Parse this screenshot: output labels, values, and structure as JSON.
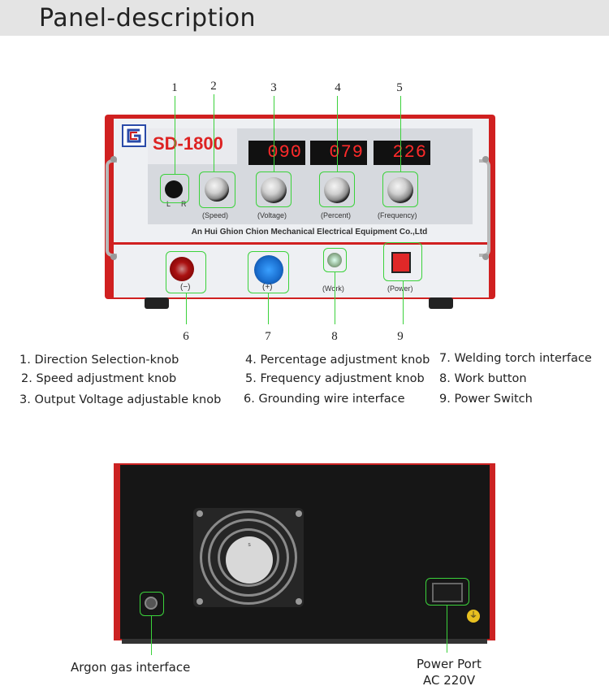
{
  "header": {
    "title": "Panel-description"
  },
  "callout_numbers": [
    "1",
    "2",
    "3",
    "4",
    "5",
    "6",
    "7",
    "8",
    "9"
  ],
  "front_panel": {
    "model": "SD-1800",
    "company": "An Hui Ghion Chion Mechanical Electrical Equipment Co.,Ltd",
    "displays": [
      "090",
      "079",
      "226"
    ],
    "knob_labels": {
      "direction_l": "L",
      "direction_r": "R",
      "speed": "(Speed)",
      "voltage": "(Voltage)",
      "percent": "(Percent)",
      "frequency": "(Frequency)"
    },
    "port_labels": {
      "negative": "(−)",
      "positive": "(+)",
      "work": "(Work)",
      "power": "(Power)"
    }
  },
  "legend": {
    "col1": [
      "1. Direction Selection-knob",
      "2. Speed adjustment knob",
      "3. Output Voltage adjustable knob"
    ],
    "col2": [
      "4. Percentage adjustment knob",
      "5. Frequency adjustment knob",
      "6. Grounding  wire interface"
    ],
    "col3": [
      "7. Welding torch interface",
      "8. Work button",
      "9. Power Switch"
    ]
  },
  "back_panel": {
    "argon_label": "Argon gas interface",
    "power_port_line1": "Power Port",
    "power_port_line2": "AC 220V"
  },
  "colors": {
    "callout_green": "#3bd23b",
    "chassis_red": "#d02020",
    "display_red": "#ff2a2a"
  }
}
